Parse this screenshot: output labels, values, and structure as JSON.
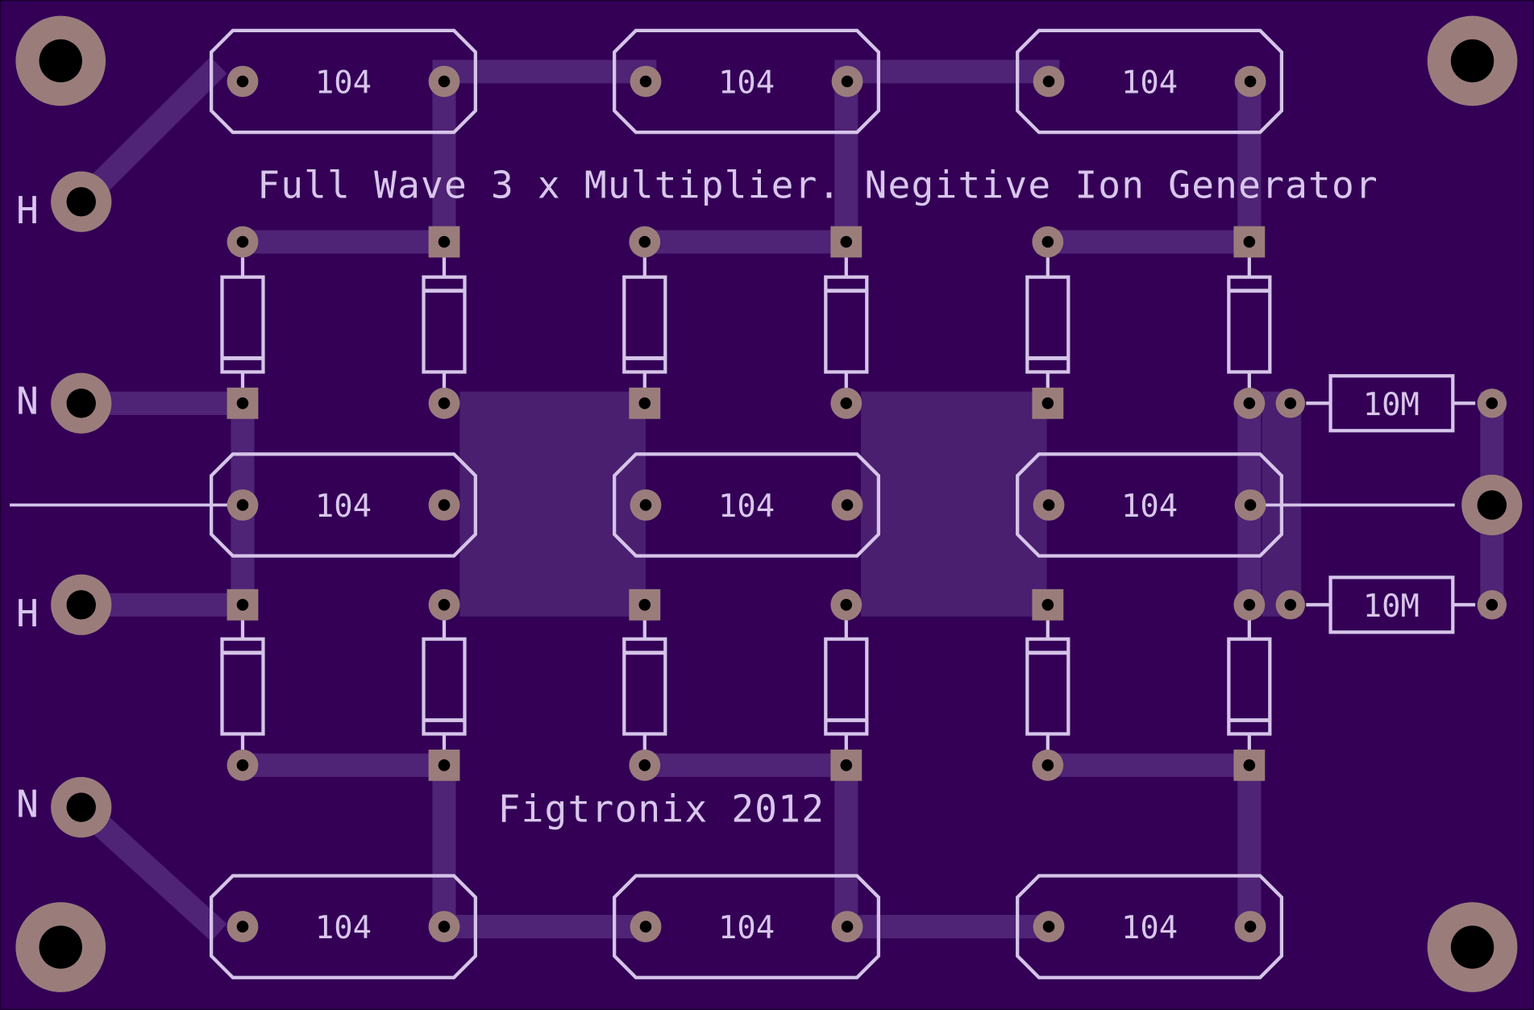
{
  "title": "Full Wave 3 x Multiplier. Negitive Ion Generator",
  "credit": "Figtronix 2012",
  "capacitor_value": "104",
  "resistor_value": "10M",
  "terminal_labels": {
    "h_top": "H",
    "n_top": "N",
    "h_bottom": "H",
    "n_bottom": "N"
  },
  "colors": {
    "board": "#330056",
    "trace": "#4f2375",
    "silkscreen": "#d5c4e8",
    "pad": "#9a7d7b",
    "pad_dark": "#7d6263",
    "hole": "#000000"
  }
}
